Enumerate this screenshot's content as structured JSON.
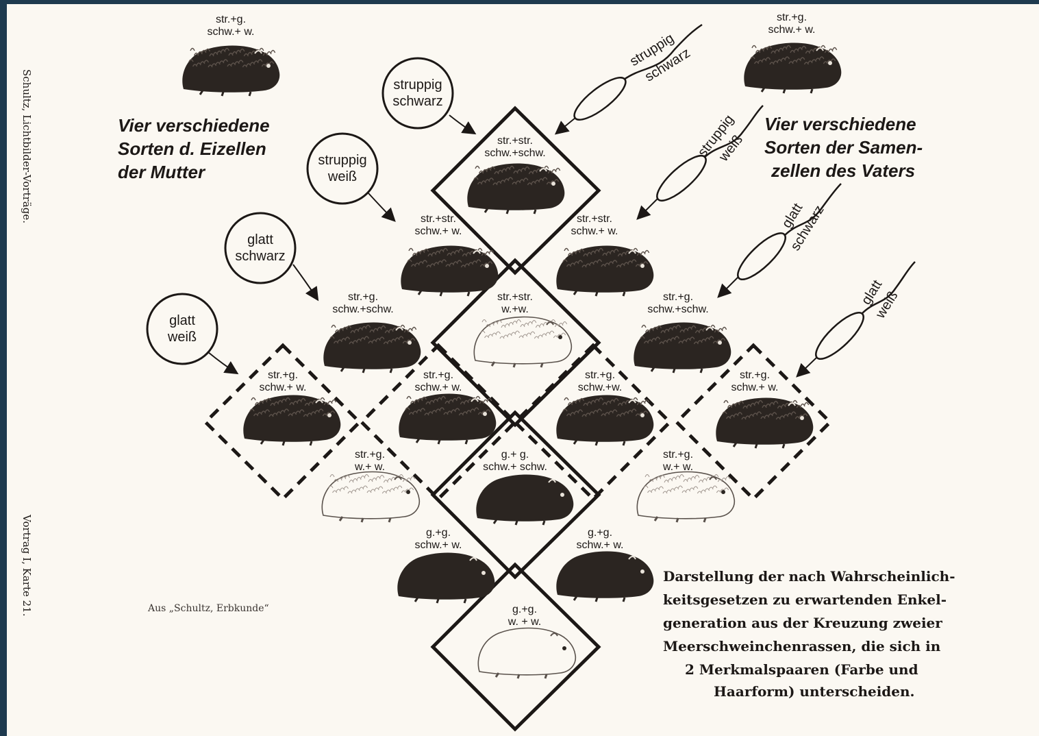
{
  "colors": {
    "background": "#1e3a4f",
    "paper": "#fbf8f2",
    "ink": "#1c1816"
  },
  "side_text": {
    "top": "Schultz, Lichtbilder-Vorträge.",
    "bottom": "Vortrag I, Karte 21."
  },
  "mother_heading": [
    "Vier verschiedene",
    "Sorten d. Eizellen",
    "der Mutter"
  ],
  "father_heading": [
    "Vier verschiedene",
    "Sorten der Samen-",
    "zellen des Vaters"
  ],
  "parents": [
    {
      "l1": "str.+g.",
      "l2": "schw.+ w.",
      "icon": "black-guinea-pig-icon"
    },
    {
      "l1": "str.+g.",
      "l2": "schw.+ w.",
      "icon": "black-guinea-pig-icon"
    }
  ],
  "egg_cells": [
    {
      "l1": "struppig",
      "l2": "schwarz"
    },
    {
      "l1": "struppig",
      "l2": "weiß"
    },
    {
      "l1": "glatt",
      "l2": "schwarz"
    },
    {
      "l1": "glatt",
      "l2": "weiß"
    }
  ],
  "sperm_cells": [
    {
      "l1": "struppig",
      "l2": "schwarz"
    },
    {
      "l1": "struppig",
      "l2": "weiß"
    },
    {
      "l1": "glatt",
      "l2": "schwarz"
    },
    {
      "l1": "glatt",
      "l2": "weiß"
    }
  ],
  "offspring": [
    {
      "id": "c0",
      "l1": "str.+str.",
      "l2": "schw.+schw.",
      "pig": "black-rough"
    },
    {
      "id": "c1",
      "l1": "str.+str.",
      "l2": "schw.+ w.",
      "pig": "black-rough"
    },
    {
      "id": "c2",
      "l1": "str.+str.",
      "l2": "schw.+ w.",
      "pig": "black-rough"
    },
    {
      "id": "c3",
      "l1": "str.+g.",
      "l2": "schw.+schw.",
      "pig": "black-rough"
    },
    {
      "id": "c4",
      "l1": "str.+str.",
      "l2": "w.+w.",
      "pig": "white-rough"
    },
    {
      "id": "c5",
      "l1": "str.+g.",
      "l2": "schw.+schw.",
      "pig": "black-rough"
    },
    {
      "id": "c6",
      "l1": "str.+g.",
      "l2": "schw.+ w.",
      "pig": "black-rough"
    },
    {
      "id": "c7",
      "l1": "str.+g.",
      "l2": "schw.+ w.",
      "pig": "black-rough"
    },
    {
      "id": "c8",
      "l1": "str.+g.",
      "l2": "schw.+w.",
      "pig": "black-rough"
    },
    {
      "id": "c9",
      "l1": "str.+g.",
      "l2": "schw.+ w.",
      "pig": "black-rough"
    },
    {
      "id": "c10",
      "l1": "str.+g.",
      "l2": "w.+ w.",
      "pig": "white-rough"
    },
    {
      "id": "c11",
      "l1": "g.+ g.",
      "l2": "schw.+ schw.",
      "pig": "black-smooth"
    },
    {
      "id": "c12",
      "l1": "str.+g.",
      "l2": "w.+ w.",
      "pig": "white-rough"
    },
    {
      "id": "c13",
      "l1": "g.+g.",
      "l2": "schw.+ w.",
      "pig": "black-smooth"
    },
    {
      "id": "c14",
      "l1": "g.+g.",
      "l2": "schw.+ w.",
      "pig": "black-smooth"
    },
    {
      "id": "c15",
      "l1": "g.+g.",
      "l2": "w. + w.",
      "pig": "white-smooth"
    }
  ],
  "credit": "Aus „Schultz, Erbkunde“",
  "caption": [
    "Darstellung der nach Wahrscheinlich-",
    "keitsgesetzen zu erwartenden Enkel-",
    "generation aus der Kreuzung zweier",
    "Meerschweinchenrassen, die sich in",
    "2 Merkmalspaaren (Farbe und",
    "Haarform) unterscheiden."
  ]
}
